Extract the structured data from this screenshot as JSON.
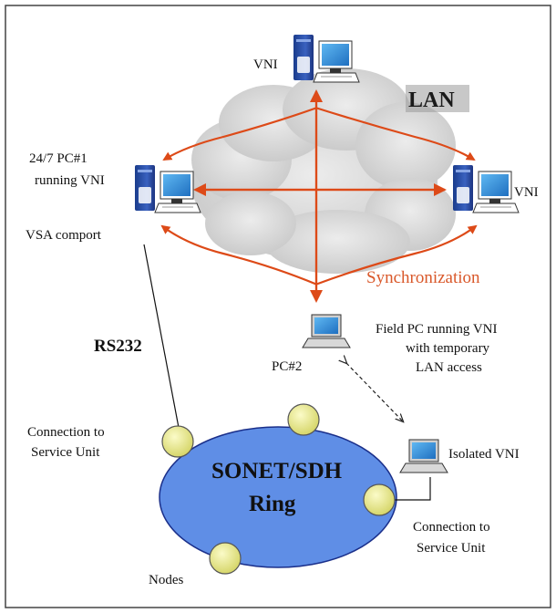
{
  "colors": {
    "arrow": "#dd4a18",
    "sync_text": "#d9582a",
    "ring_fill": "#5f8ee6",
    "node_fill": "#eaea8c",
    "cloud": "#d6d6d6",
    "border": "#444444"
  },
  "labels": {
    "top_vni": "VNI",
    "lan": "LAN",
    "pc1_line1": "24/7 PC#1",
    "pc1_line2": "running VNI",
    "right_vni": "VNI",
    "vsa_comport": "VSA comport",
    "synchronization": "Synchronization",
    "rs232": "RS232",
    "field_pc_line1": "Field PC running VNI",
    "field_pc_line2": "with temporary",
    "field_pc_line3": "LAN access",
    "pc2": "PC#2",
    "conn_left_line1": "Connection to",
    "conn_left_line2": "Service Unit",
    "ring_line1": "SONET/SDH",
    "ring_line2": "Ring",
    "isolated_vni": "Isolated VNI",
    "conn_right_line1": "Connection to",
    "conn_right_line2": "Service Unit",
    "nodes": "Nodes"
  },
  "icons": {
    "desktop": "desktop-computer-icon",
    "laptop": "laptop-icon",
    "cloud": "cloud-icon"
  }
}
